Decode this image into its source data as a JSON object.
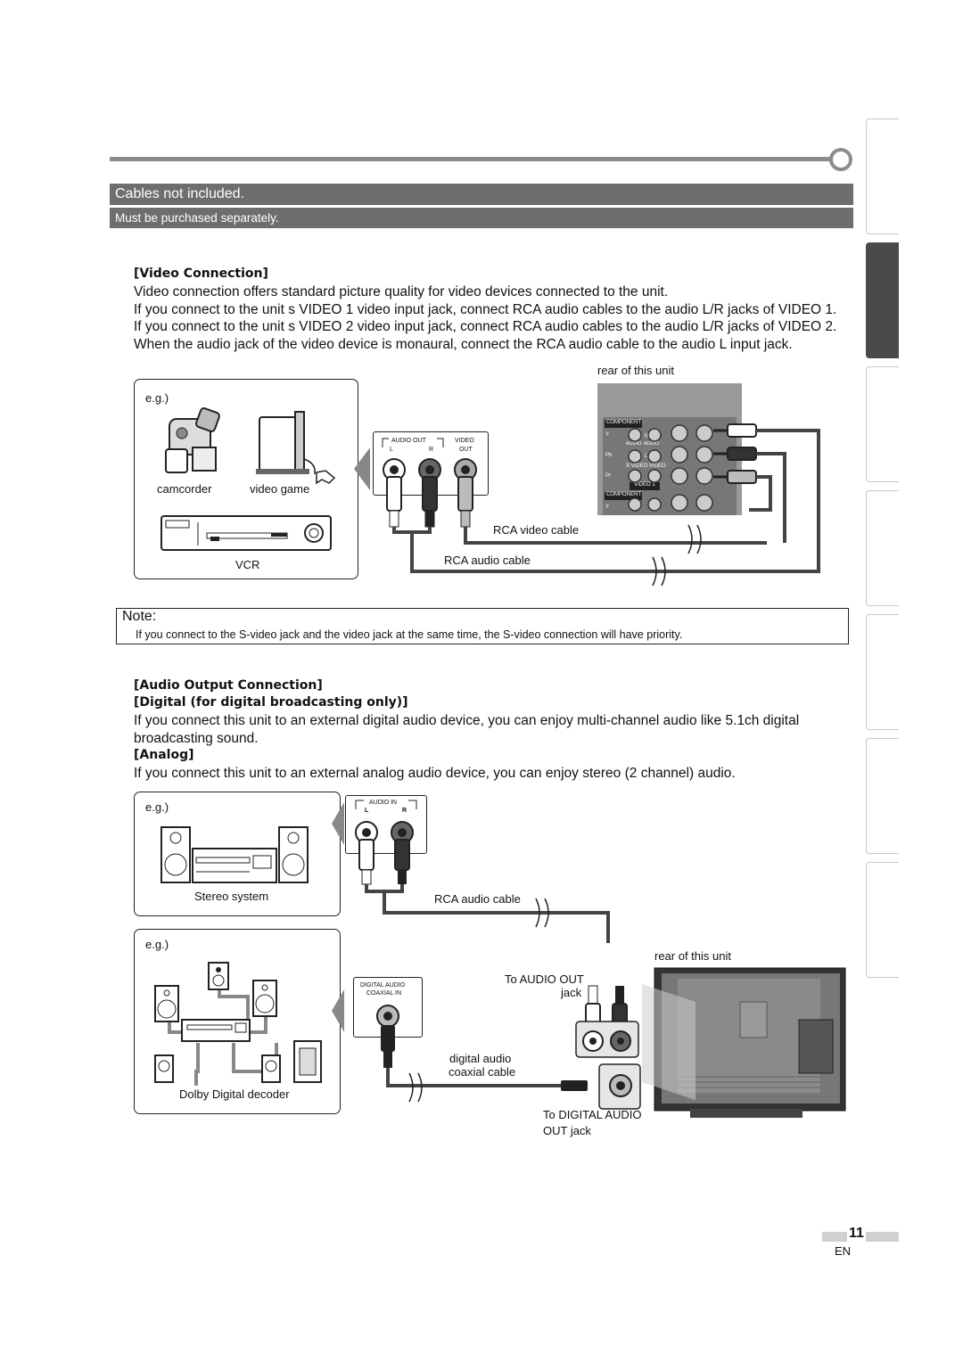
{
  "banner": {
    "title": "Cables not included.",
    "subtitle": "Must be purchased separately."
  },
  "video_section": {
    "heading": "[Video Connection]",
    "lines": [
      "Video connection offers standard picture quality for video devices connected to the unit.",
      "If you connect to the unit s VIDEO 1 video input jack, connect RCA audio cables to the audio L/R jacks of VIDEO 1.",
      "If you connect to the unit s VIDEO 2 video input jack, connect RCA audio cables to the audio L/R jacks of VIDEO 2.",
      "When the audio jack of the video device is monaural, connect the RCA audio cable to the audio L input jack."
    ],
    "eg": "e.g.",
    "devices": [
      "camcorder",
      "video game",
      "VCR"
    ],
    "jack_panel": {
      "audio_out": "AUDIO OUT",
      "l": "L",
      "r": "R",
      "video": "VIDEO",
      "out": "OUT"
    },
    "rear_label": "rear of this unit",
    "rear_panel": {
      "component": "COMPONENT",
      "audio": "AUDIO",
      "s_video": "S VIDEO",
      "video": "VIDEO",
      "video1": "VIDEO 1",
      "y": "Y",
      "pb": "Pb",
      "pr": "Pr",
      "l": "L",
      "r": "R"
    },
    "cable_video": "RCA video cable",
    "cable_audio": "RCA audio cable"
  },
  "note": {
    "title": "Note:",
    "text": "If you connect to the S-video jack and the video jack at the same time, the S-video connection will have priority."
  },
  "audio_section": {
    "heading": "[Audio Output Connection]",
    "digital_heading": "[Digital (for digital broadcasting only)]",
    "digital_lines": [
      "If you connect this unit to an external digital audio device, you can enjoy multi-channel audio like 5.1ch digital",
      "broadcasting sound."
    ],
    "analog_heading": "[Analog]",
    "analog_line": "If you connect this unit to an external analog audio device, you can enjoy stereo (2 channel) audio.",
    "eg": "e.g.",
    "stereo_label": "Stereo system",
    "dolby_label": "Dolby Digital decoder",
    "audio_in": "AUDIO IN",
    "l": "L",
    "r": "R",
    "digital_in_1": "DIGITAL AUDIO",
    "digital_in_2": "COAXIAL IN",
    "cable_audio": "RCA audio cable",
    "to_audio_out_1": "To AUDIO OUT",
    "to_audio_out_2": "jack",
    "rear_label": "rear of this unit",
    "coax_1": "digital audio",
    "coax_2": "coaxial cable",
    "to_digital_1": "To DIGITAL AUDIO",
    "to_digital_2": "OUT jack"
  },
  "footer": {
    "page_number": "11",
    "lang": "EN"
  }
}
